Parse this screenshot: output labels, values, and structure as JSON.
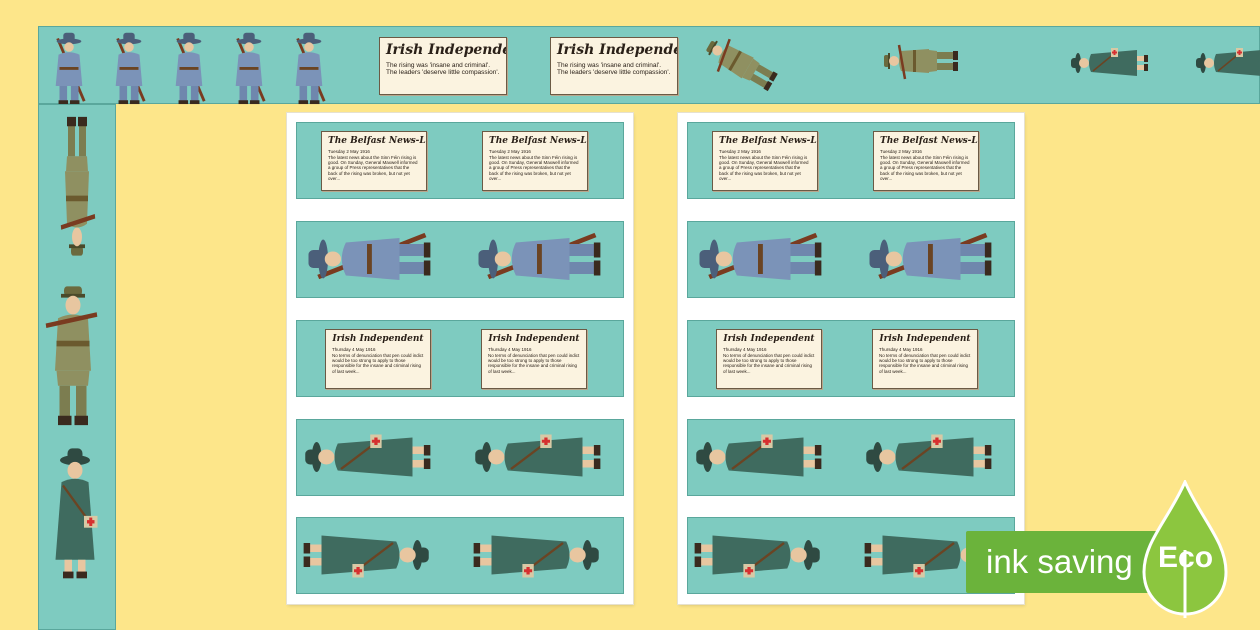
{
  "banner_clipping": {
    "masthead": "Irish Independent",
    "body": "The rising was 'insane and criminal'. The leaders 'deserve little compassion'."
  },
  "belfast_clipping": {
    "masthead": "The Belfast News-Letter",
    "date": "Tuesday 2 May 1916",
    "body": "The latest news about the Sinn Féin rising is good. On Sunday, General Maxwell informed a group of Press representatives that the back of the rising was broken, but not yet over..."
  },
  "irish_clipping": {
    "masthead": "Irish Independent",
    "date": "Thursday 4 May 1916",
    "body": "No terms of denunciation that pen could indict would be too strong to apply to those responsible for the insane and criminal rising of last week..."
  },
  "badge": {
    "label": "ink saving",
    "eco": "Eco"
  },
  "colors": {
    "background": "#fde68a",
    "strip": "#7ecbc0",
    "badge_green": "#6bb33b",
    "clipping_paper": "#fbf3e0"
  },
  "figures": [
    "volunteer-soldier",
    "british-soldier",
    "cumann-na-mban-member"
  ]
}
